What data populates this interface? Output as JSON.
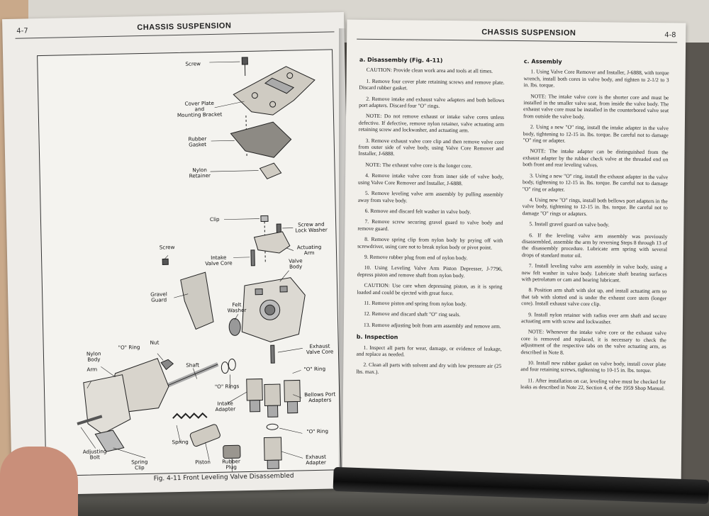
{
  "left_page": {
    "page_number": "4-7",
    "header": "CHASSIS SUSPENSION",
    "caption": "Fig. 4-11  Front Leveling Valve Disassembled",
    "labels": {
      "screw_top": "Screw",
      "cover_plate": "Cover Plate\nand\nMounting Bracket",
      "rubber_gasket": "Rubber\nGasket",
      "nylon_retainer": "Nylon\nRetainer",
      "clip": "Clip",
      "screw_lock_washer": "Screw and\nLock Washer",
      "actuating_arm": "Actuating\nArm",
      "screw_left": "Screw",
      "intake_valve_core": "Intake\nValve Core",
      "valve_body": "Valve\nBody",
      "gravel_guard": "Gravel\nGuard",
      "felt_washer": "Felt\nWasher",
      "nylon_body": "Nylon\nBody",
      "o_ring_1": "\"O\" Ring",
      "nut": "Nut",
      "shaft": "Shaft",
      "exhaust_valve_core": "Exhaust\nValve Core",
      "arm": "Arm",
      "o_ring_right": "\"O\" Ring",
      "o_rings": "\"O\" Rings",
      "intake_adapter": "Intake\nAdapter",
      "bellows_port_adapters": "Bellows Port\nAdapters",
      "adjusting_bolt": "Adjusting\nBolt",
      "spring_clip": "Spring\nClip",
      "spring": "Spring",
      "o_ring_lower": "\"O\" Ring",
      "piston": "Piston",
      "rubber_plug": "Rubber\nPlug",
      "exhaust_adapter": "Exhaust\nAdapter"
    }
  },
  "right_page": {
    "page_number": "4-8",
    "header": "CHASSIS SUSPENSION",
    "col1": {
      "heading": "a.  Disassembly (Fig. 4-11)",
      "paragraphs": [
        "CAUTION: Provide clean work area and tools at all times.",
        "1. Remove four cover plate retaining screws and remove plate. Discard rubber gasket.",
        "2. Remove intake and exhaust valve adapters and both bellows port adapters. Discard four \"O\" rings.",
        "NOTE: Do not remove exhaust or intake valve cores unless defective. If defective, remove nylon retainer, valve actuating arm retaining screw and lockwasher, and actuating arm.",
        "3. Remove exhaust valve core clip and then remove valve core from outer side of valve body, using Valve Core Remover and Installer, J-6888.",
        "NOTE: The exhaust valve core is the longer core.",
        "4. Remove intake valve core from inner side of valve body, using Valve Core Remover and Installer, J-6888.",
        "5. Remove leveling valve arm assembly by pulling assembly away from valve body.",
        "6. Remove and discard felt washer in valve body.",
        "7. Remove screw securing gravel guard to valve body and remove guard.",
        "8. Remove spring clip from nylon body by prying off with screwdriver, using care not to break nylon body or pivot point.",
        "9. Remove rubber plug from end of nylon body.",
        "10. Using Leveling Valve Arm Piston Depresser, J-7796, depress piston and remove shaft from nylon body.",
        "CAUTION: Use care when depressing piston, as it is spring loaded and could be ejected with great force.",
        "11. Remove piston and spring from nylon body.",
        "12. Remove and discard shaft \"O\" ring seals.",
        "13. Remove adjusting bolt from arm assembly and remove arm."
      ],
      "heading2": "b.  Inspection",
      "paragraphs2": [
        "1. Inspect all parts for wear, damage, or evidence of leakage, and replace as needed.",
        "2. Clean all parts with solvent and dry with low pressure air (25 lbs. max.)."
      ]
    },
    "col2": {
      "heading": "c.  Assembly",
      "paragraphs": [
        "1. Using Valve Core Remover and Installer, J-6888, with torque wrench, install both cores in valve body, and tighten to 2-1/2 to 3 in. lbs. torque.",
        "NOTE: The intake valve core is the shorter core and must be installed in the smaller valve seat, from inside the valve body. The exhaust valve core must be installed in the counterbored valve seat from outside the valve body.",
        "2. Using a new \"O\" ring, install the intake adapter in the valve body, tightening to 12-15 in. lbs. torque. Be careful not to damage \"O\" ring or adapter.",
        "NOTE: The intake adapter can be distinguished from the exhaust adapter by the rubber check valve at the threaded end on both front and rear leveling valves.",
        "3. Using a new \"O\" ring, install the exhaust adapter in the valve body, tightening to 12-15 in. lbs. torque. Be careful not to damage \"O\" ring or adapter.",
        "4. Using new \"O\" rings, install both bellows port adapters in the valve body, tightening to 12-15 in. lbs. torque. Be careful not to damage \"O\" rings or adapters.",
        "5. Install gravel guard on valve body.",
        "6. If the leveling valve arm assembly was previously disassembled, assemble the arm by reversing Steps 8 through 13 of the disassembly procedure. Lubricate arm spring with several drops of standard motor oil.",
        "7. Install leveling valve arm assembly in valve body, using a new felt washer in valve body. Lubricate shaft bearing surfaces with petrolatum or cam and bearing lubricant.",
        "8. Position arm shaft with slot up, and install actuating arm so that tab with slotted end is under the exhaust core stem (longer core). Install exhaust valve core clip.",
        "9. Install nylon retainer with radius over arm shaft and secure actuating arm with screw and lockwasher.",
        "NOTE: Whenever the intake valve core or the exhaust valve core is removed and replaced, it is necessary to check the adjustment of the respective tabs on the valve actuating arm, as described in Note 8.",
        "10. Install new rubber gasket on valve body, install cover plate and four retaining screws, tightening to 10-15 in. lbs. torque.",
        "11. After installation on car, leveling valve must be checked for leaks as described in Note 22, Section 4, of the 1959 Shop Manual."
      ]
    }
  }
}
